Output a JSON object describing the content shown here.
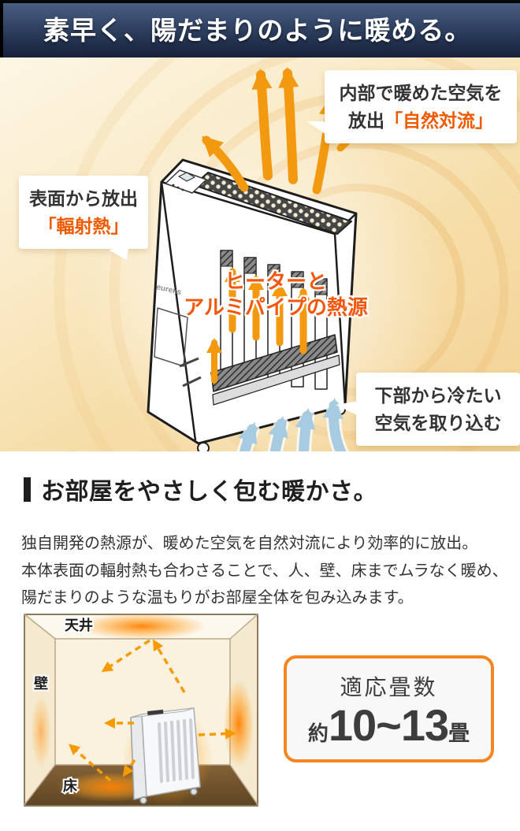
{
  "banner": {
    "title": "素早く、陽だまりのように暖める。"
  },
  "hero": {
    "convection_label": {
      "line1": "内部で暖めた空気を",
      "line2_prefix": "放出",
      "line2_accent": "「自然対流」"
    },
    "radiant_label": {
      "line1": "表面から放出",
      "line2_accent": "「輻射熱」"
    },
    "heat_source_label": {
      "line1": "ヒーターと",
      "line2": "アルミパイプの熱源"
    },
    "intake_label": {
      "line1": "下部から冷たい",
      "line2": "空気を取り込む"
    },
    "device_logo": "eureks"
  },
  "copy": {
    "heading": "お部屋をやさしく包む暖かさ。",
    "body_lines": [
      "独自開発の熱源が、暖めた空気を自然対流により効率的に放出。",
      "本体表面の輻射熱も合わさることで、人、壁、床までムラなく暖め、",
      "陽だまりのような温もりがお部屋全体を包み込みます。"
    ]
  },
  "room_diagram": {
    "ceiling_label": "天井",
    "wall_label": "壁",
    "floor_label": "床"
  },
  "spec_box": {
    "title": "適応畳数",
    "range_prefix": "約",
    "range_value": "10~13",
    "range_unit": "畳"
  },
  "colors": {
    "accent_orange": "#ef5a00",
    "warm_arrow_orange": "#f2990f",
    "cool_arrow_blue": "#a7cce1",
    "banner_navy": "#243351",
    "spec_border_orange": "#f5861f",
    "heat_text_orange": "#f2570c"
  }
}
